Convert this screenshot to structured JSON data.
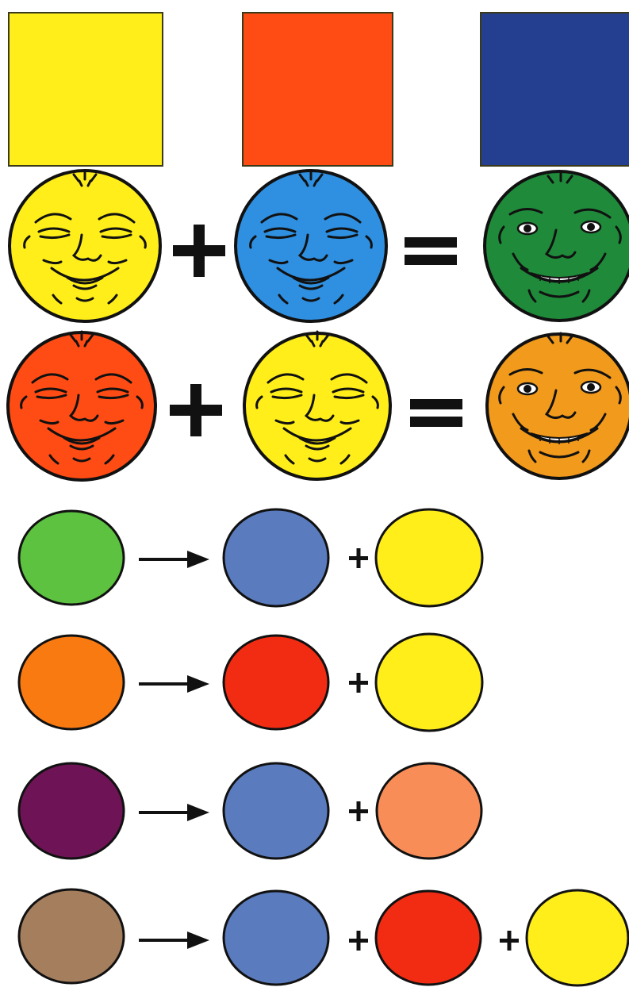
{
  "colors": {
    "yellow": "#ffee1a",
    "red": "#ff4b14",
    "blue_square": "#243f8f",
    "blue_face": "#2f8fe0",
    "green_face": "#1f8a3a",
    "orange_face": "#f29a1c",
    "green": "#5cc23f",
    "orange": "#fa7a12",
    "purple": "#6e1456",
    "brown": "#a57e5e",
    "slate_blue": "#5a7bbd",
    "bright_red": "#f22c12",
    "peach": "#f98d57"
  },
  "rows": {
    "squares": [
      "yellow",
      "red",
      "blue_square"
    ],
    "face_equations": [
      {
        "inputs": [
          "yellow",
          "blue_face"
        ],
        "result": "green_face",
        "result_expression": "grin"
      },
      {
        "inputs": [
          "red",
          "yellow"
        ],
        "result": "orange_face",
        "result_expression": "grin"
      }
    ],
    "decompositions": [
      {
        "mix": "green",
        "parts": [
          "slate_blue",
          "yellow"
        ]
      },
      {
        "mix": "orange",
        "parts": [
          "bright_red",
          "yellow"
        ]
      },
      {
        "mix": "purple",
        "parts": [
          "slate_blue",
          "peach"
        ]
      },
      {
        "mix": "brown",
        "parts": [
          "slate_blue",
          "bright_red",
          "yellow"
        ]
      }
    ]
  },
  "symbols": {
    "plus": "+",
    "equals": "=",
    "arrow": "→"
  },
  "icons": [
    "plus-icon",
    "equals-icon",
    "arrow-right-icon",
    "face-icon"
  ]
}
